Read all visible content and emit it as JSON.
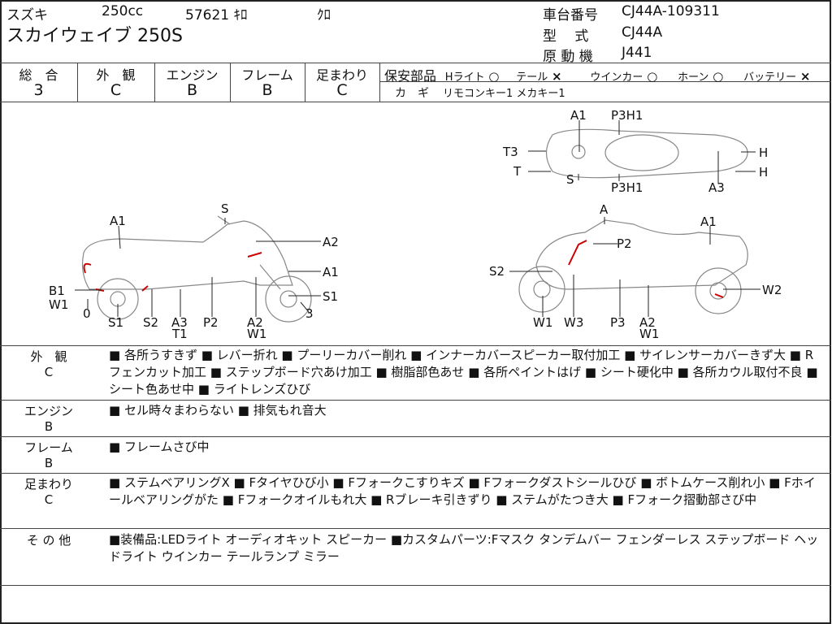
{
  "header": {
    "maker": "スズキ",
    "displacement": "250cc",
    "mileage": "57621 ｷﾛ",
    "color": "ｸﾛ",
    "model": "スカイウェイブ 250S",
    "frame_no_label": "車台番号",
    "frame_no": "CJ44A-109311",
    "type_label": "型　 式",
    "type": "CJ44A",
    "engine_label": "原 動 機",
    "engine": "J441"
  },
  "grades": [
    {
      "label": "総　合",
      "value": "3"
    },
    {
      "label": "外　観",
      "value": "C"
    },
    {
      "label": "エンジン",
      "value": "B"
    },
    {
      "label": "フレーム",
      "value": "B"
    },
    {
      "label": "足まわり",
      "value": "C"
    }
  ],
  "safety": {
    "label": "保安部品",
    "items": [
      {
        "name": "Hライト",
        "mark": "○"
      },
      {
        "name": "テール",
        "mark": "×"
      },
      {
        "name": "ウインカー",
        "mark": "○"
      },
      {
        "name": "ホーン",
        "mark": "○"
      },
      {
        "name": "バッテリー",
        "mark": "×"
      }
    ]
  },
  "keys": {
    "label": "カ　ギ",
    "value": "リモコンキー1 メカキー1"
  },
  "diagram": {
    "labels": [
      "A1",
      "S",
      "A2",
      "A1",
      "S1",
      "B1",
      "W1",
      "0",
      "S1",
      "S2",
      "A3",
      "T1",
      "P2",
      "A2",
      "W1",
      "3",
      "A1",
      "P3H1",
      "T3",
      "T",
      "S",
      "P3H1",
      "H",
      "H",
      "A3",
      "A",
      "A1",
      "P2",
      "S2",
      "W2",
      "W1",
      "W3",
      "P3",
      "A2",
      "W1"
    ]
  },
  "remarks": [
    {
      "label": "外　観",
      "grade": "C",
      "text": "■ 各所うすきず ■ レバー折れ ■ プーリーカバー削れ ■ インナーカバースピーカー取付加工 ■ サイレンサーカバーきず大 ■ Rフェンカット加工 ■ ステップボード穴あけ加工 ■ 樹脂部色あせ ■ 各所ペイントはげ ■ シート硬化中 ■ 各所カウル取付不良 ■ シート色あせ中 ■ ライトレンズひび"
    },
    {
      "label": "エンジン",
      "grade": "B",
      "text": "■ セル時々まわらない ■ 排気もれ音大"
    },
    {
      "label": "フレーム",
      "grade": "B",
      "text": "■ フレームさび中"
    },
    {
      "label": "足まわり",
      "grade": "C",
      "text": "■ ステムベアリングX ■ Fタイヤひび小 ■ Fフォークこすりキズ ■ Fフォークダストシールひび ■ ボトムケース削れ小 ■ Fホイールベアリングがた ■ Fフォークオイルもれ大 ■ Rブレーキ引きずり ■ ステムがたつき大 ■ Fフォーク摺動部さび中"
    },
    {
      "label": "そ の 他",
      "grade": "",
      "text": "■装備品:LEDライト オーディオキット スピーカー ■カスタムパーツ:Fマスク タンデムバー フェンダーレス ステップボード ヘッドライト ウインカー テールランプ ミラー"
    }
  ]
}
